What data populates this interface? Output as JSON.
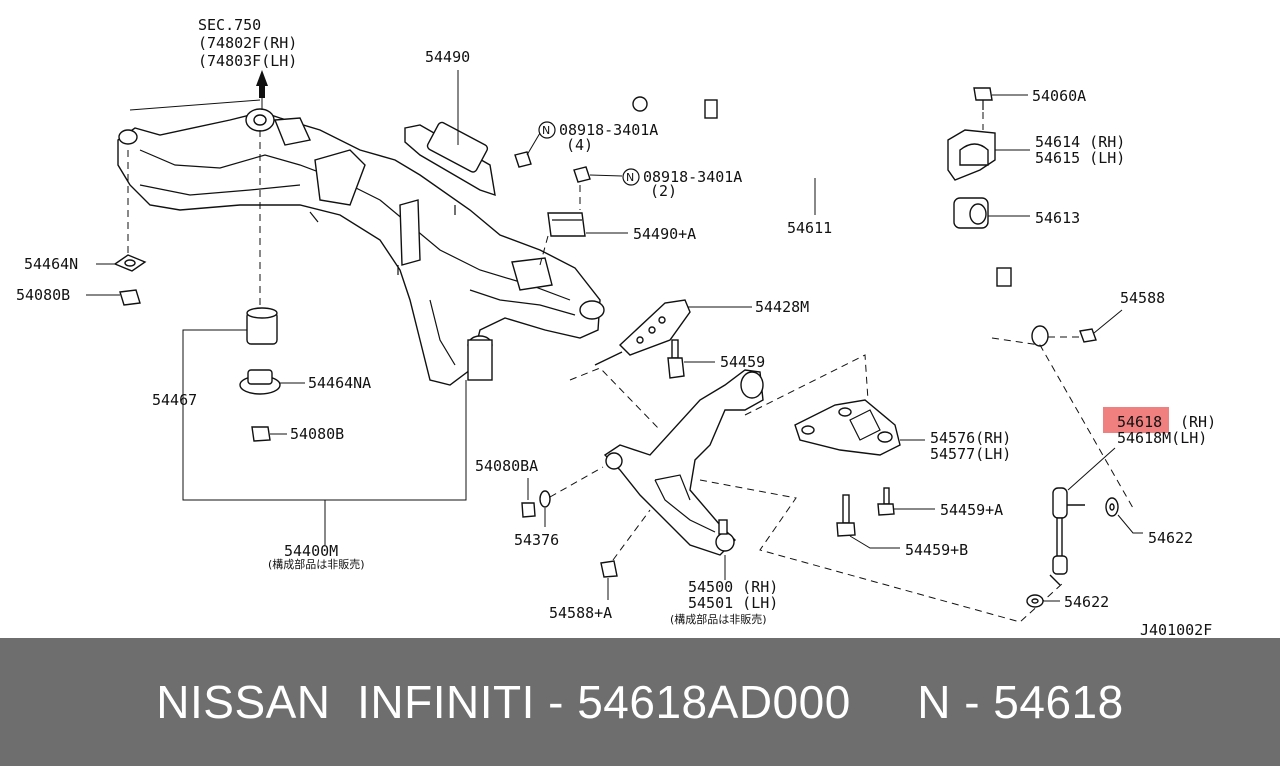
{
  "diagram": {
    "code": "J401002F",
    "highlight_color": "#f08080",
    "labels": {
      "sec": "SEC.750",
      "sec_rh": "(74802F(RH)",
      "sec_lh": "(74803F(LH)",
      "p54490": "54490",
      "p08918_4": "08918-3401A",
      "p08918_4_qty": "(4)",
      "p08918_2": "08918-3401A",
      "p08918_2_qty": "(2)",
      "p54490a": "54490+A",
      "p54611": "54611",
      "p54060a": "54060A",
      "p54614": "54614 (RH)",
      "p54615": "54615 (LH)",
      "p54613": "54613",
      "p54588": "54588",
      "p54464n": "54464N",
      "p54080b": "54080B",
      "p54467": "54467",
      "p54464na": "54464NA",
      "p54080b_2": "54080B",
      "p54428m": "54428M",
      "p54459": "54459",
      "p54618": "54618",
      "p54618_rh": "(RH)",
      "p54618m": "54618M(LH)",
      "p54576": "54576(RH)",
      "p54577": "54577(LH)",
      "p54080ba": "54080BA",
      "p54376": "54376",
      "p54459a": "54459+A",
      "p54622": "54622",
      "p54459b": "54459+B",
      "p54400m": "54400M",
      "p54400m_note": "(構成部品は非販売)",
      "p54500": "54500 (RH)",
      "p54501": "54501 (LH)",
      "p54500_note": "(構成部品は非販売)",
      "p54588a": "54588+A",
      "p54622_2": "54622",
      "nut_symbol": "N"
    }
  },
  "footer": {
    "text": "NISSAN  INFINITI - 54618AD000     N - 54618"
  }
}
